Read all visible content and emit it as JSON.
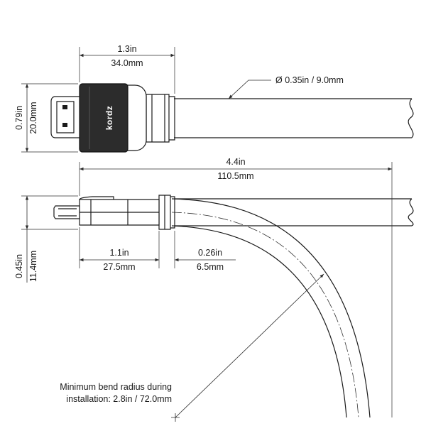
{
  "brand_text": "kordz",
  "dimensions": {
    "top_length_in": "1.3in",
    "top_length_mm": "34.0mm",
    "cable_diameter": "Ø 0.35in / 9.0mm",
    "connector_height_in": "0.79in",
    "connector_height_mm": "20.0mm",
    "overall_length_in": "4.4in",
    "overall_length_mm": "110.5mm",
    "connector_thickness_in": "0.45in",
    "connector_thickness_mm": "11.4mm",
    "body_length_in": "1.1in",
    "body_length_mm": "27.5mm",
    "strain_relief_in": "0.26in",
    "strain_relief_mm": "6.5mm"
  },
  "note": {
    "line1": "Minimum bend radius during",
    "line2": "installation: 2.8in / 72.0mm"
  }
}
